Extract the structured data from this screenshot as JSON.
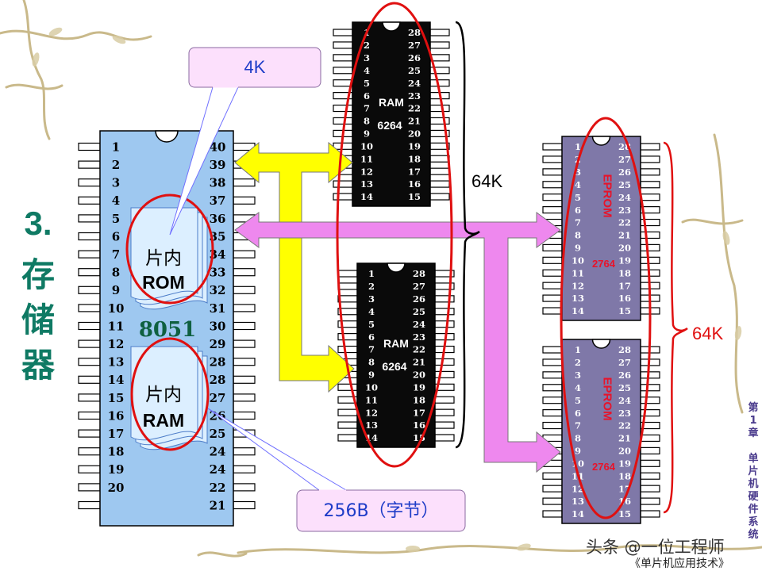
{
  "slide": {
    "title_chars": [
      "3.",
      "存",
      "储",
      "器"
    ],
    "side_chapter_chars": [
      "第",
      "1",
      "章",
      "单",
      "片",
      "机",
      "硬",
      "件",
      "系",
      "统"
    ]
  },
  "chip8051": {
    "name": "8051",
    "left_pins": [
      "1",
      "2",
      "3",
      "4",
      "5",
      "6",
      "7",
      "8",
      "9",
      "10",
      "11",
      "12",
      "13",
      "14",
      "15",
      "16",
      "17",
      "18",
      "19",
      "20"
    ],
    "right_pins": [
      "40",
      "39",
      "38",
      "37",
      "36",
      "35",
      "34",
      "33",
      "32",
      "31",
      "30",
      "29",
      "28",
      "28",
      "27",
      "26",
      "25",
      "24",
      "24",
      "22",
      "21"
    ],
    "rom_line1": "片内",
    "rom_line2": "ROM",
    "ram_line1": "片内",
    "ram_line2": "RAM"
  },
  "callouts": {
    "rom_size": "4K",
    "ram_size": "256B（字节）",
    "ram_total": "64K",
    "eprom_total": "64K"
  },
  "ram_chips": [
    {
      "label": "RAM",
      "part": "6264",
      "left_pins": [
        "1",
        "2",
        "3",
        "4",
        "5",
        "6",
        "7",
        "8",
        "9",
        "10",
        "11",
        "12",
        "13",
        "14"
      ],
      "right_pins": [
        "28",
        "27",
        "26",
        "25",
        "24",
        "23",
        "22",
        "21",
        "20",
        "19",
        "18",
        "17",
        "16",
        "15"
      ]
    },
    {
      "label": "RAM",
      "part": "6264",
      "left_pins": [
        "1",
        "2",
        "3",
        "4",
        "5",
        "6",
        "7",
        "8",
        "9",
        "10",
        "11",
        "12",
        "13",
        "14"
      ],
      "right_pins": [
        "28",
        "27",
        "26",
        "25",
        "24",
        "23",
        "22",
        "21",
        "20",
        "19",
        "18",
        "17",
        "16",
        "15"
      ]
    }
  ],
  "eprom_chips": [
    {
      "label": "EPROM",
      "part": "2764",
      "left_pins": [
        "1",
        "2",
        "3",
        "4",
        "5",
        "6",
        "7",
        "8",
        "9",
        "10",
        "11",
        "12",
        "13",
        "14"
      ],
      "right_pins": [
        "28",
        "27",
        "26",
        "25",
        "24",
        "23",
        "22",
        "21",
        "20",
        "19",
        "18",
        "17",
        "16",
        "15"
      ]
    },
    {
      "label": "EPROM",
      "part": "2764",
      "left_pins": [
        "1",
        "2",
        "3",
        "4",
        "5",
        "6",
        "7",
        "8",
        "9",
        "10",
        "11",
        "12",
        "13",
        "14"
      ],
      "right_pins": [
        "28",
        "27",
        "26",
        "25",
        "24",
        "23",
        "22",
        "21",
        "20",
        "19",
        "18",
        "17",
        "16",
        "15"
      ]
    }
  ],
  "watermark": {
    "line1": "头条 @一位工程师",
    "line2": "《单片机应用技术》"
  },
  "colors": {
    "title": "#0f7a64",
    "chip8051_body": "#9ec8f0",
    "ram_body": "#0a0a0a",
    "eprom_body": "#7f78a8",
    "eprom_label": "#e8132a",
    "yellow_bus": "#ffff00",
    "pink_bus": "#ee88ee",
    "highlight_ring": "#e01010",
    "callout_fill": "#fce0fc",
    "callout_text": "#1e3cc8",
    "vine": "#c9b98a"
  }
}
